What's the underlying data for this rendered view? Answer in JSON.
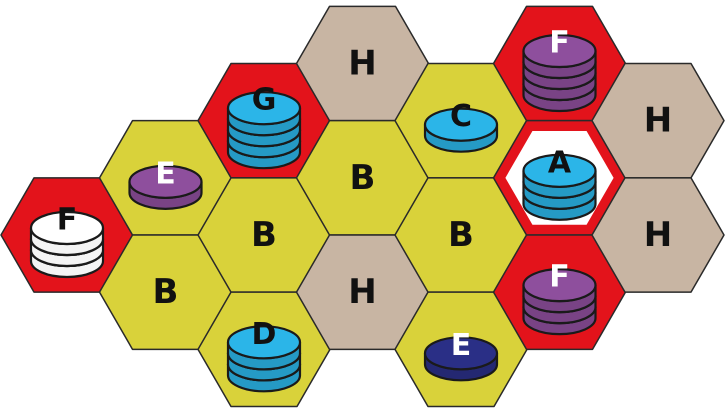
{
  "colors": {
    "yellow": "#d9d23a",
    "tan": "#c8b5a3",
    "red_border": "#e3131b",
    "white_tile": "#ffffff",
    "chip_blue": "#2bb5e8",
    "chip_purple": "#8e4f9d",
    "chip_navy": "#2a2f86",
    "chip_white": "#ffffff"
  },
  "board": {
    "tiles": [
      {
        "id": "t1",
        "col": 0,
        "row": 0,
        "fill": "red",
        "label": "F",
        "stack": {
          "color": "chip_white",
          "count": 3
        }
      },
      {
        "id": "t2",
        "col": 1,
        "row": -1,
        "fill": "yellow",
        "label": "E",
        "stack": {
          "color": "chip_purple",
          "count": 1
        }
      },
      {
        "id": "t3",
        "col": 1,
        "row": 1,
        "fill": "yellow",
        "label": "B"
      },
      {
        "id": "t4",
        "col": 2,
        "row": -2,
        "fill": "red",
        "label": "G",
        "stack": {
          "color": "chip_blue",
          "count": 4
        }
      },
      {
        "id": "t5",
        "col": 2,
        "row": 0,
        "fill": "yellow",
        "label": "B"
      },
      {
        "id": "t6",
        "col": 2,
        "row": 2,
        "fill": "yellow",
        "label": "D",
        "stack": {
          "color": "chip_blue",
          "count": 3
        }
      },
      {
        "id": "t7",
        "col": 3,
        "row": -3,
        "fill": "tan",
        "label": "H"
      },
      {
        "id": "t8",
        "col": 3,
        "row": -1,
        "fill": "yellow",
        "label": "B"
      },
      {
        "id": "t9",
        "col": 3,
        "row": 1,
        "fill": "tan",
        "label": "H"
      },
      {
        "id": "t10",
        "col": 4,
        "row": -2,
        "fill": "yellow",
        "label": "C",
        "stack": {
          "color": "chip_blue",
          "count": 1
        }
      },
      {
        "id": "t11",
        "col": 4,
        "row": 0,
        "fill": "yellow",
        "label": "B"
      },
      {
        "id": "t12",
        "col": 4,
        "row": 2,
        "fill": "yellow",
        "label": "E",
        "stack": {
          "color": "chip_navy",
          "count": 1
        }
      },
      {
        "id": "t13",
        "col": 5,
        "row": -3,
        "fill": "red",
        "label": "F",
        "stack": {
          "color": "chip_purple",
          "count": 4
        }
      },
      {
        "id": "t14",
        "col": 5,
        "row": -1,
        "fill": "white_red",
        "label": "A",
        "stack": {
          "color": "chip_blue",
          "count": 3
        }
      },
      {
        "id": "t15",
        "col": 5,
        "row": 1,
        "fill": "red",
        "label": "F",
        "stack": {
          "color": "chip_purple",
          "count": 3
        }
      },
      {
        "id": "t16",
        "col": 6,
        "row": -2,
        "fill": "tan",
        "label": "H"
      },
      {
        "id": "t17",
        "col": 6,
        "row": 0,
        "fill": "tan",
        "label": "H"
      }
    ]
  }
}
